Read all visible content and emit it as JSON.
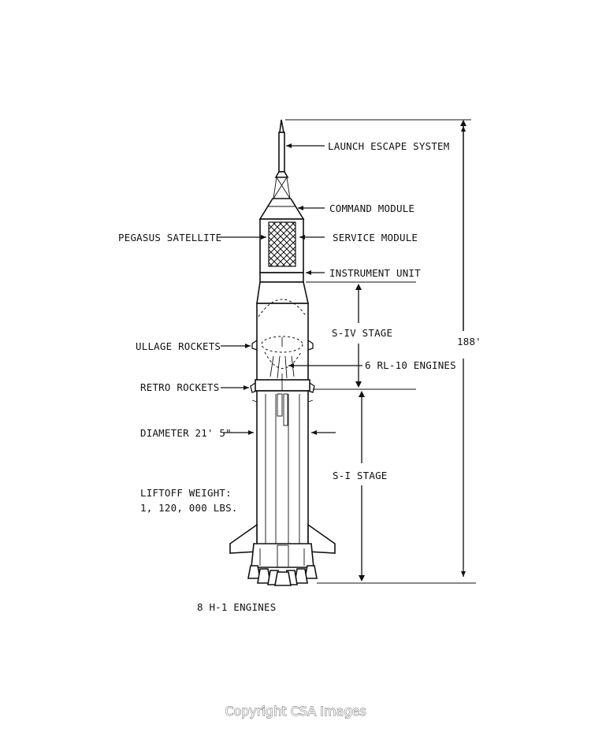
{
  "labels": {
    "launch_escape": "LAUNCH ESCAPE SYSTEM",
    "command_module": "COMMAND MODULE",
    "service_module": "SERVICE MODULE",
    "pegasus": "PEGASUS SATELLITE",
    "instrument_unit": "INSTRUMENT UNIT",
    "s4_stage": "S-IV STAGE",
    "ullage": "ULLAGE ROCKETS",
    "rl10": "6 RL-10 ENGINES",
    "retro": "RETRO ROCKETS",
    "diameter": "DIAMETER 21' 5\"",
    "s1_stage": "S-I STAGE",
    "liftoff_line1": "LIFTOFF WEIGHT:",
    "liftoff_line2": "1, 120, 000 LBS.",
    "h1": "8 H-1 ENGINES",
    "height": "188'"
  },
  "watermark": "Copyright CSA Images",
  "colors": {
    "ink": "#111111",
    "background": "#ffffff"
  }
}
